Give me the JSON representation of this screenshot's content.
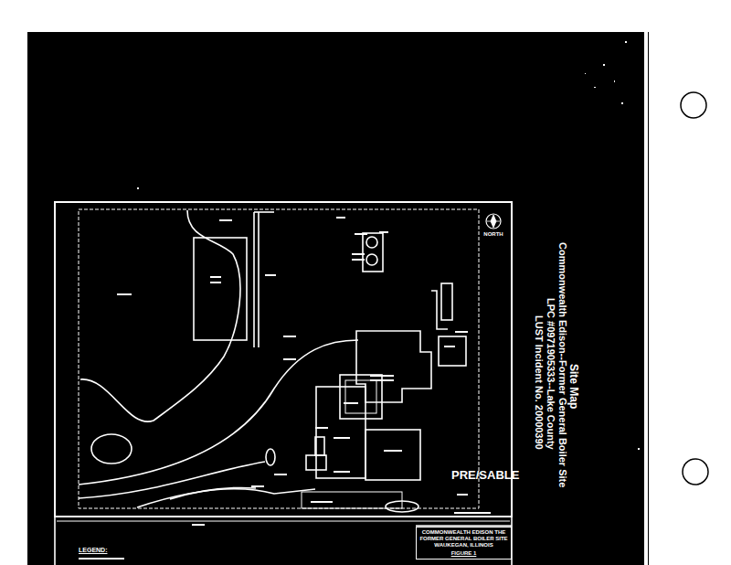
{
  "diagram": {
    "title": "Site Map",
    "nodes": [
      {
        "text": [
          "COMMONWEALTH EDISON THE FORMER GENERAL BOILER SITE WAUKEGAN, ILLINOIS",
          "FIGURE 1"
        ]
      },
      {
        "text": [
          "NORTH"
        ]
      }
    ],
    "labels": [
      "Commonwealth Edison--Former General Boiler Site",
      "LPC #0971905333--Lake County",
      "LUST Incident No. 20000390",
      "PRE/SABLE",
      "LEGEND:"
    ]
  }
}
